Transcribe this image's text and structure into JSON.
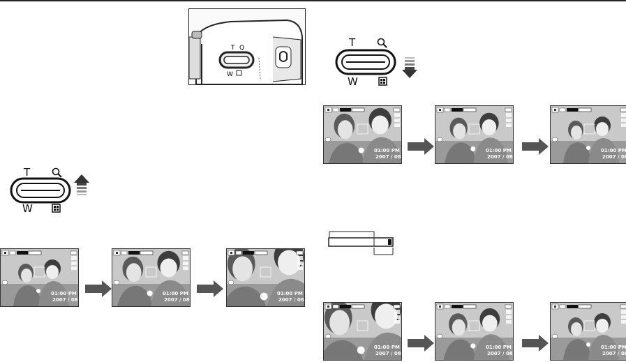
{
  "zoom_keys": [
    {
      "id": "left",
      "tele_label": "T",
      "wide_label": "W",
      "direction": "up"
    },
    {
      "id": "right",
      "tele_label": "T",
      "wide_label": "W",
      "direction": "down"
    }
  ],
  "camera_illustration": {
    "tele_label": "T",
    "wide_label": "W"
  },
  "screens": {
    "row_left": [
      {
        "time": "01:00 PM",
        "date": "2007 / 08"
      },
      {
        "time": "01:00 PM",
        "date": "2007 / 08"
      },
      {
        "time": "01:00 PM",
        "date": "2007 / 08"
      }
    ],
    "row_right_top": [
      {
        "time": "01:00 PM",
        "date": "2007 / 08"
      },
      {
        "time": "01:00 PM",
        "date": "2007 / 08"
      },
      {
        "time": "01:00 PM",
        "date": "2007 / 08"
      }
    ],
    "row_right_bottom": [
      {
        "time": "01:00 PM",
        "date": "2007 / 08"
      },
      {
        "time": "01:00 PM",
        "date": "2007 / 08"
      },
      {
        "time": "01:00 PM",
        "date": "2007 / 08"
      }
    ]
  },
  "colors": {
    "arrow": "#555555",
    "frame": "#222222"
  }
}
